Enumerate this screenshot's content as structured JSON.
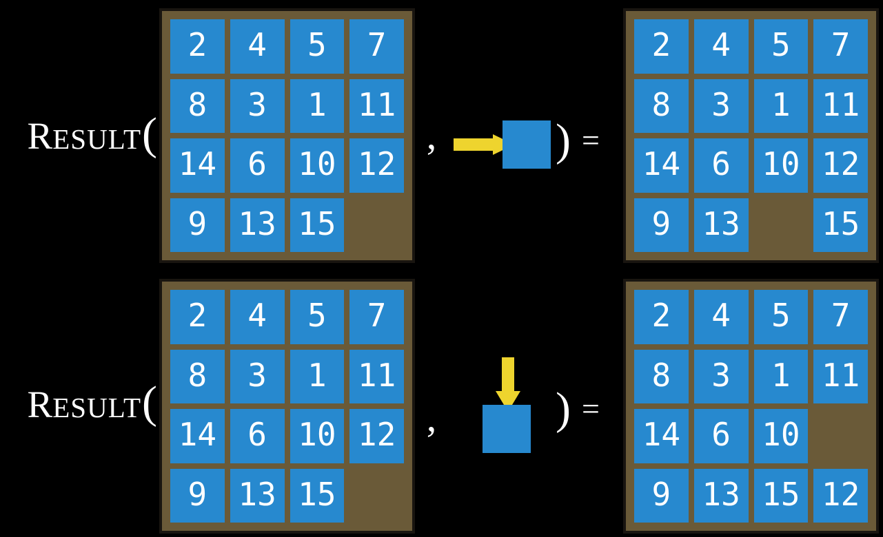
{
  "colors": {
    "background": "#000000",
    "tile_blue": "#2789cf",
    "frame_brown": "#6a5a38",
    "frame_border": "#191510",
    "arrow_yellow": "#eed42e",
    "text_white": "#ffffff"
  },
  "function": {
    "cap": "R",
    "rest": "ESULT",
    "open": "(",
    "comma": ",",
    "close": ")",
    "equals": "="
  },
  "examples": [
    {
      "move": "right",
      "input": [
        [
          "2",
          "4",
          "5",
          "7"
        ],
        [
          "8",
          "3",
          "1",
          "11"
        ],
        [
          "14",
          "6",
          "10",
          "12"
        ],
        [
          "9",
          "13",
          "15",
          ""
        ]
      ],
      "output": [
        [
          "2",
          "4",
          "5",
          "7"
        ],
        [
          "8",
          "3",
          "1",
          "11"
        ],
        [
          "14",
          "6",
          "10",
          "12"
        ],
        [
          "9",
          "13",
          "",
          "15"
        ]
      ]
    },
    {
      "move": "down",
      "input": [
        [
          "2",
          "4",
          "5",
          "7"
        ],
        [
          "8",
          "3",
          "1",
          "11"
        ],
        [
          "14",
          "6",
          "10",
          "12"
        ],
        [
          "9",
          "13",
          "15",
          ""
        ]
      ],
      "output": [
        [
          "2",
          "4",
          "5",
          "7"
        ],
        [
          "8",
          "3",
          "1",
          "11"
        ],
        [
          "14",
          "6",
          "10",
          ""
        ],
        [
          "9",
          "13",
          "15",
          "12"
        ]
      ]
    }
  ]
}
